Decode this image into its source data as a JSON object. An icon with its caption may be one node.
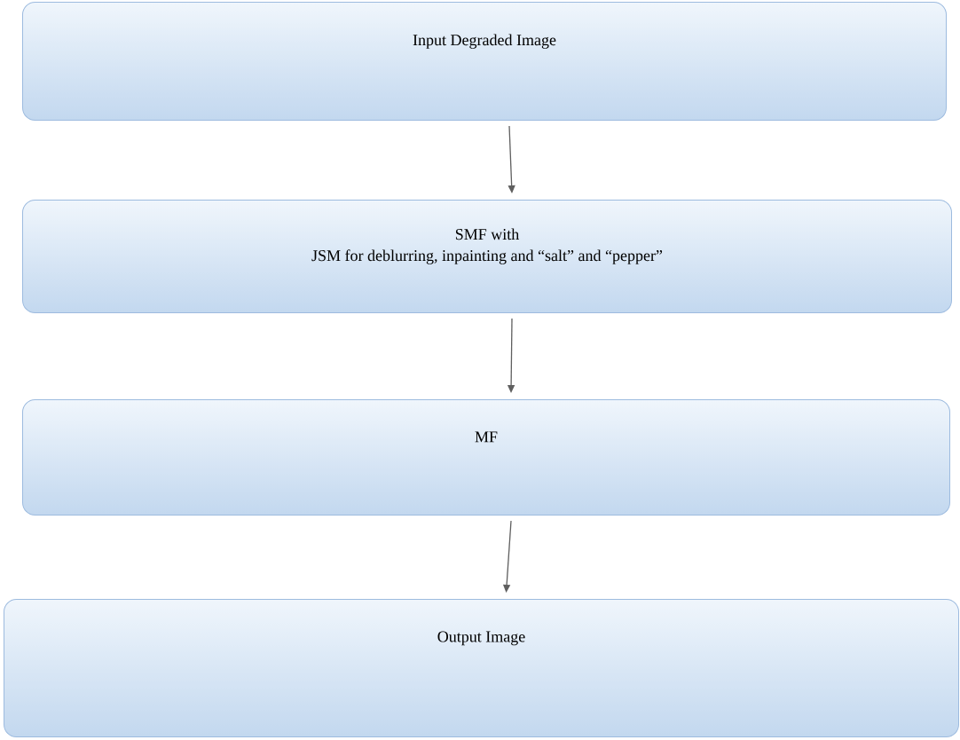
{
  "diagram": {
    "nodes": [
      {
        "text": [
          "Input Degraded Image"
        ]
      },
      {
        "text": [
          "SMF with",
          "JSM for deblurring, inpainting and “salt” and “pepper”"
        ]
      },
      {
        "text": [
          "MF"
        ]
      },
      {
        "text": [
          "Output Image"
        ]
      }
    ],
    "edges": [
      {
        "from": 0,
        "to": 1,
        "arrow": "to"
      },
      {
        "from": 1,
        "to": 2,
        "arrow": "to"
      },
      {
        "from": 2,
        "to": 3,
        "arrow": "to"
      }
    ]
  }
}
